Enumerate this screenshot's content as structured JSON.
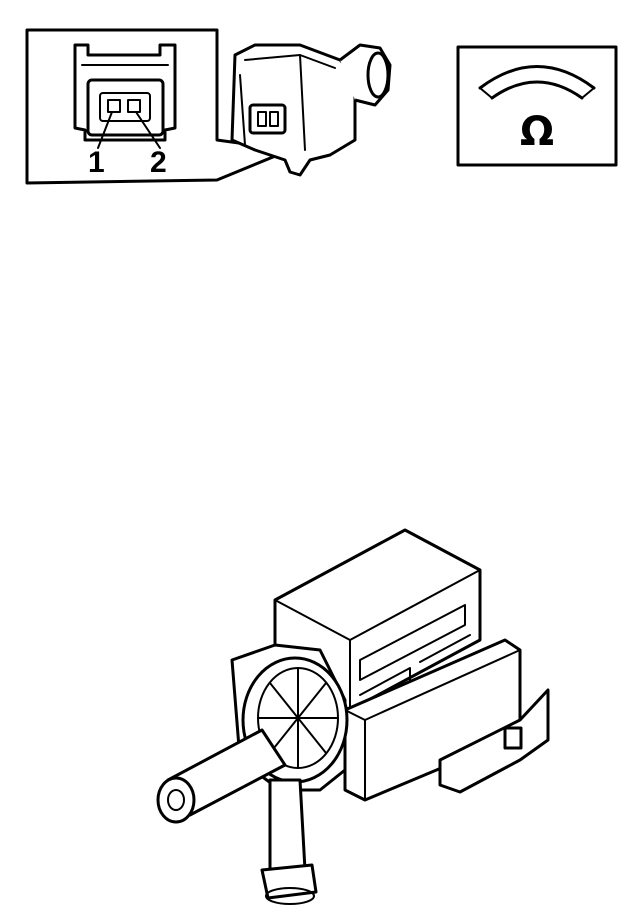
{
  "connector_inset": {
    "pin_labels": [
      "1",
      "2"
    ]
  },
  "meter_icon": {
    "symbol": "Ω"
  },
  "colors": {
    "line": "#000000",
    "background": "#ffffff"
  }
}
